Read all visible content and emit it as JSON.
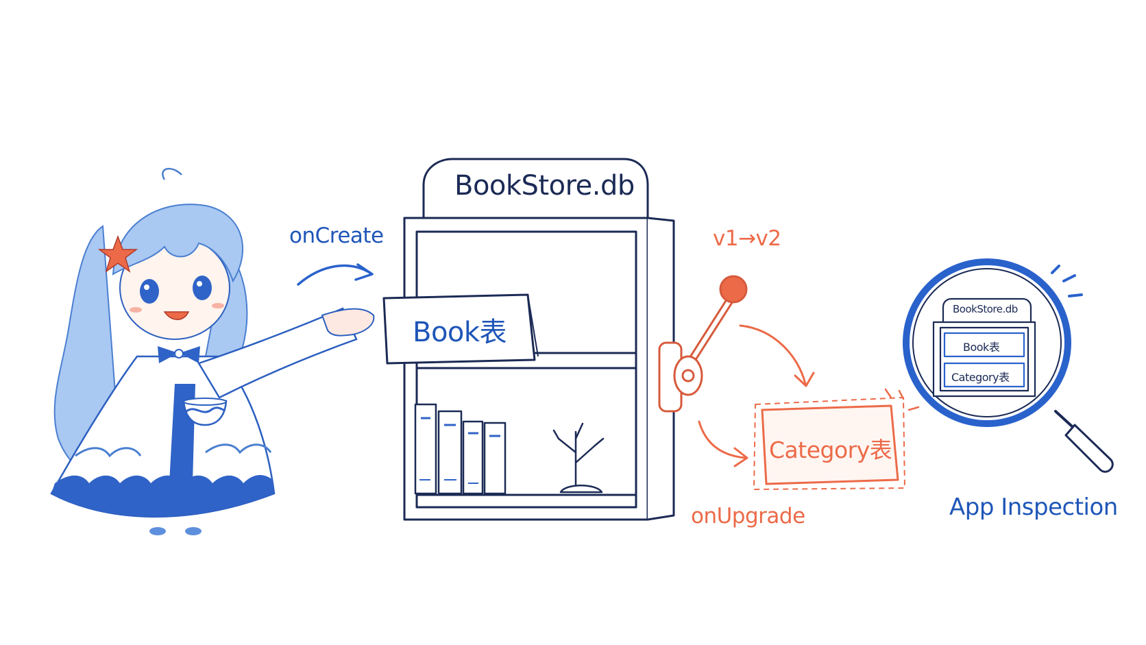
{
  "labels": {
    "db_title": "BookStore.db",
    "on_create": "onCreate",
    "book_table": "Book表",
    "version_change": "v1→v2",
    "category_table": "Category表",
    "on_upgrade": "onUpgrade",
    "app_inspection": "App Inspection"
  },
  "inspector": {
    "db_title": "BookStore.db",
    "rows": [
      "Book表",
      "Category表"
    ]
  },
  "colors": {
    "blue": "#1f56b8",
    "navy": "#1b2a55",
    "orange": "#ec6a48",
    "light_blue": "#8fb8ee"
  }
}
